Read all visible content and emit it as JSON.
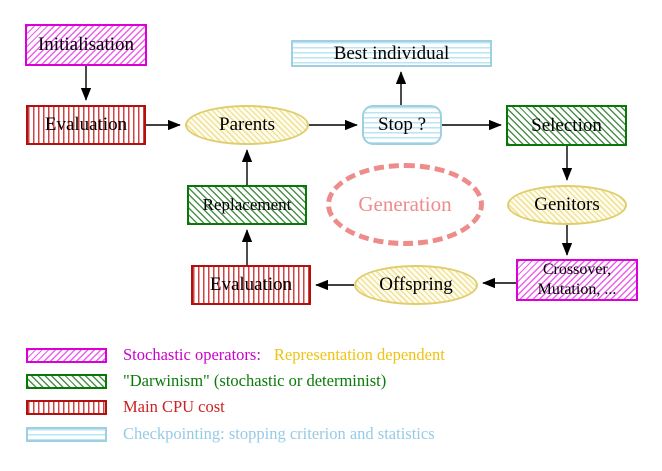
{
  "nodes": {
    "initialisation": {
      "label": "Initialisation"
    },
    "evaluation_top": {
      "label": "Evaluation"
    },
    "parents": {
      "label": "Parents"
    },
    "best_individual": {
      "label": "Best individual"
    },
    "stop": {
      "label": "Stop ?"
    },
    "selection": {
      "label": "Selection"
    },
    "replacement": {
      "label": "Replacement"
    },
    "generation": {
      "label": "Generation"
    },
    "genitors": {
      "label": "Genitors"
    },
    "evaluation_bottom": {
      "label": "Evaluation"
    },
    "offspring": {
      "label": "Offspring"
    },
    "crossover": {
      "line1": "Crossover,",
      "line2": "Mutation, ..."
    }
  },
  "legend": [
    {
      "label": "Stochastic operators:",
      "label2": "Representation dependent"
    },
    {
      "label": "\"Darwinism\" (stochastic or determinist)"
    },
    {
      "label": "Main CPU cost"
    },
    {
      "label": "Checkpointing: stopping criterion and statistics"
    }
  ],
  "colors": {
    "stochastic_magenta": "#da00da",
    "darwinism_green": "#067806",
    "cpu_red": "#b30f0f",
    "checkpoint_cyan": "#9fd0e2",
    "operand_yellow": "#e0cd6d",
    "generation_salmon": "#ee8c8c",
    "arrow_black": "#000000",
    "legend_text_magenta": "#cc00cc",
    "legend_text_yellow": "#f0c213",
    "legend_text_green": "#0a7a0a",
    "legend_text_red": "#cc2222",
    "legend_text_cyan": "#96cbe5"
  }
}
